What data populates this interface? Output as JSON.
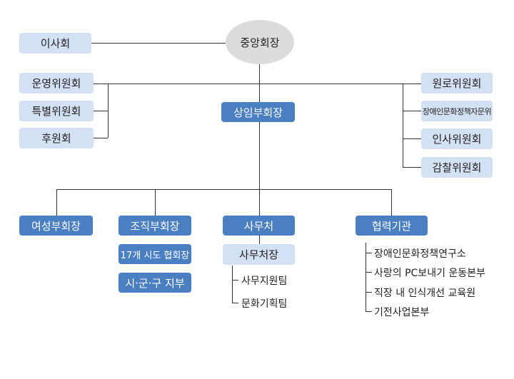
{
  "chairman": "중앙회장",
  "board": "이사회",
  "vice_chairman": "상임부회장",
  "left_committees": [
    "운영위원회",
    "특별위원회",
    "후원회"
  ],
  "right_committees": [
    "원로위원회",
    "장애인문화정책자문위",
    "인사위원회",
    "감찰위원회"
  ],
  "divisions": {
    "women": "여성부회장",
    "organization": {
      "label": "조직부회장",
      "subs": [
        "17개 시도 협회장",
        "시·군·구 지부"
      ]
    },
    "secretariat": {
      "label": "사무처",
      "head": "사무처장",
      "teams": [
        "사무지원팀",
        "문화기획팀"
      ]
    },
    "cooperation": {
      "label": "협력기관",
      "orgs": [
        "장애인문화정책연구소",
        "사랑의 PC보내기 운동본부",
        "직장 내 인식개선 교육원",
        "기전사업본부"
      ]
    }
  },
  "colors": {
    "light_box": "#d4e0f3",
    "dark_box": "#4a7fc1",
    "top_circle": "#dcdcdc",
    "line": "#333333"
  }
}
